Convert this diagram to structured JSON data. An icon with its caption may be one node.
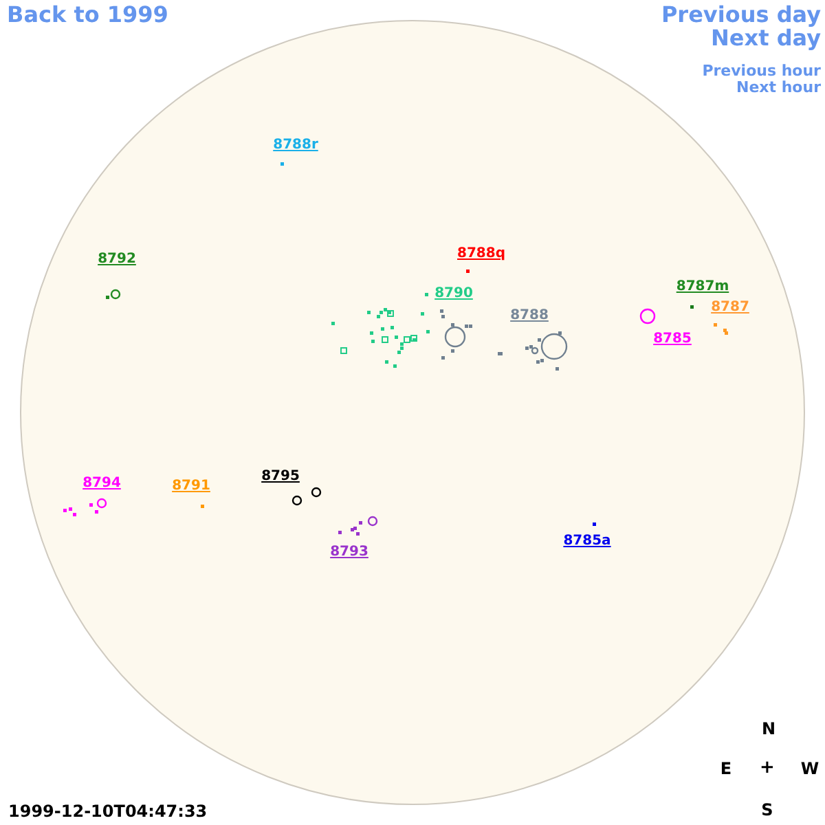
{
  "diagram": {
    "labels": [
      "Back to 1999",
      "Previous day",
      "Next day",
      "Previous hour",
      "Next hour",
      "8788r",
      "8788q",
      "8792",
      "8787m",
      "8790",
      "8787",
      "8788",
      "8785",
      "8795",
      "8794",
      "8791",
      "8785a",
      "8793",
      "N",
      "E",
      "+",
      "W",
      "S",
      "1999-12-10T04:47:33"
    ]
  }
}
